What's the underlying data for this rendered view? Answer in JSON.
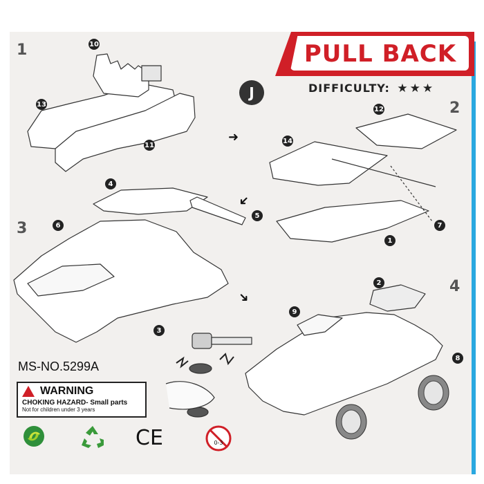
{
  "banner": {
    "title": "PULL BACK"
  },
  "difficulty": {
    "label": "DIFFICULTY:",
    "stars": "★★★"
  },
  "steps": {
    "s1": "1",
    "s2": "2",
    "s3": "3",
    "s4": "4"
  },
  "badge": {
    "letter": "J"
  },
  "parts": {
    "p10": "10",
    "p13": "13",
    "p11": "11",
    "p12": "12",
    "p14": "14",
    "p7": "7",
    "p1": "1",
    "p4": "4",
    "p5": "5",
    "p6": "6",
    "p3": "3",
    "p2": "2",
    "p9": "9",
    "p8": "8"
  },
  "model_no": "MS-NO.5299A",
  "warning": {
    "title": "WARNING",
    "line1": "CHOKING HAZARD- Small parts",
    "line2": "Not for children under 3 years"
  },
  "marks": {
    "ce": "CE",
    "age": "0-3"
  },
  "colors": {
    "banner_red": "#d01f27",
    "edge_blue": "#2aa8e0",
    "dark": "#222222"
  }
}
